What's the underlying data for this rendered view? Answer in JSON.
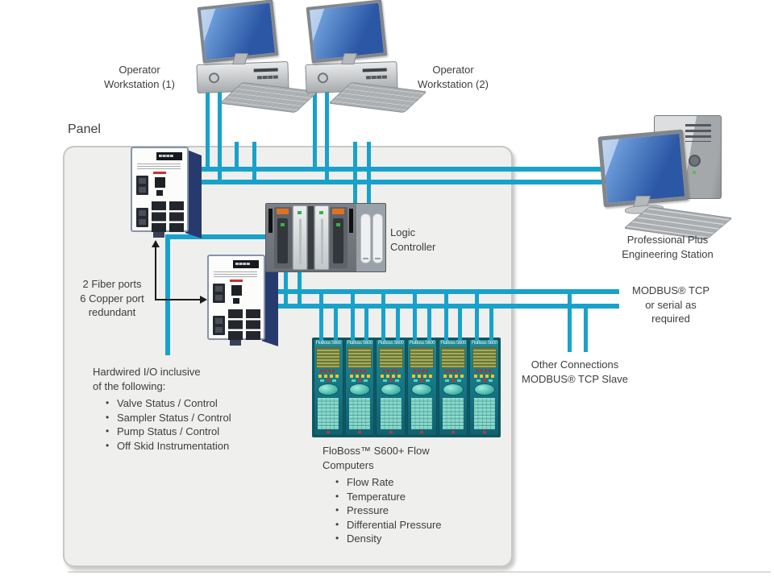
{
  "colors": {
    "line": "#18a2cb",
    "text": "#3d3d3d",
    "panel_fill": "#efefed",
    "panel_border": "#c7c7c5",
    "navy": "#273a6e",
    "screen_blue_dark": "#2b57a5",
    "screen_blue_light": "#7fb0e8",
    "flow_teal_dark": "#0d5a66",
    "lcd_green": "#a2ab5c",
    "led_yellow": "#e6c832",
    "alarm_red": "#cc2626",
    "arrow_black": "#1a1a1a"
  },
  "panel": {
    "label": "Panel"
  },
  "workstation1": {
    "lines": [
      "Operator",
      "Workstation (1)"
    ]
  },
  "workstation2": {
    "lines": [
      "Operator",
      "Workstation (2)"
    ]
  },
  "engineering_station": {
    "lines": [
      "Professional Plus",
      "Engineering Station"
    ]
  },
  "logic_controller": {
    "lines": [
      "Logic",
      "Controller"
    ]
  },
  "switch_note": {
    "lines": [
      "2 Fiber ports",
      "6 Copper port",
      "redundant"
    ]
  },
  "modbus_note": {
    "lines": [
      "MODBUS® TCP",
      "or serial as",
      "required"
    ]
  },
  "other_connections_note": {
    "lines": [
      "Other Connections",
      "MODBUS® TCP Slave"
    ]
  },
  "hardwired_io": {
    "title_lines": [
      "Hardwired I/O inclusive",
      "of the following:"
    ],
    "items": [
      "Valve Status / Control",
      "Sampler Status / Control",
      "Pump Status / Control",
      "Off Skid Instrumentation"
    ]
  },
  "floboss": {
    "title_lines": [
      "FloBoss™ S600+ Flow",
      "Computers"
    ],
    "items": [
      "Flow Rate",
      "Temperature",
      "Pressure",
      "Differential Pressure",
      "Density"
    ],
    "unit_count": 6,
    "unit_label": "FloBoss S600"
  }
}
